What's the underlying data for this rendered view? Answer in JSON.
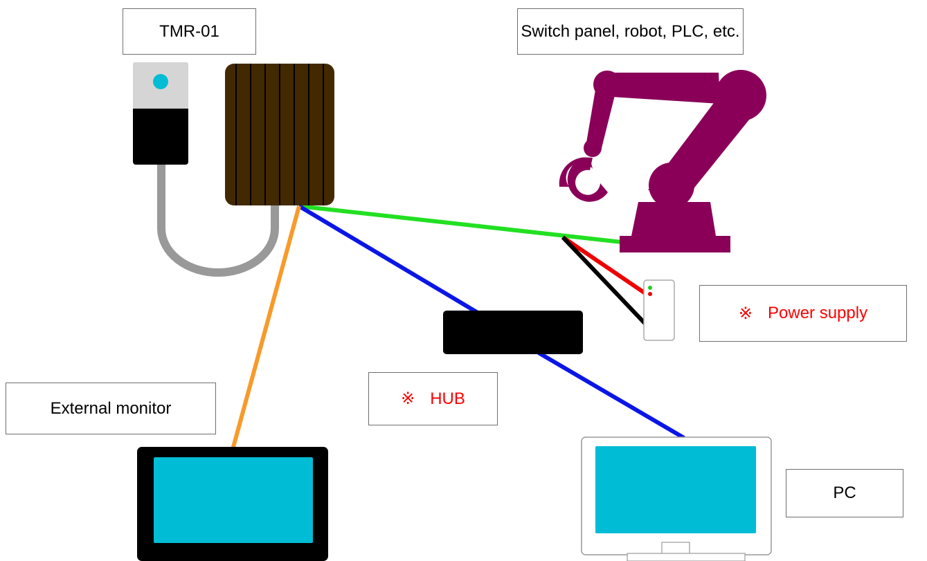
{
  "labels": {
    "device": "TMR-01",
    "equipment": "Switch panel, robot, PLC, etc.",
    "power_mark": "※",
    "power_text": "Power supply",
    "hub_mark": "※",
    "hub_text": "HUB",
    "monitor": "External monitor",
    "pc": "PC"
  },
  "colors": {
    "sensor_cap": "#d5d5d5",
    "sensor_lens": "#00bcd4",
    "controller": "#432900",
    "robot": "#8a0059",
    "screen": "#00bcd4",
    "green_cable": "#22e022",
    "blue_cable": "#0a16e6",
    "orange_cable": "#f89a2a",
    "red_wire": "#ee0000",
    "black_wire": "#000000",
    "note_text": "#ff0000"
  },
  "icons": [
    "camera-sensor-icon",
    "controller-unit-icon",
    "robot-arm-icon",
    "power-supply-icon",
    "network-hub-icon",
    "external-monitor-icon",
    "pc-monitor-icon"
  ]
}
